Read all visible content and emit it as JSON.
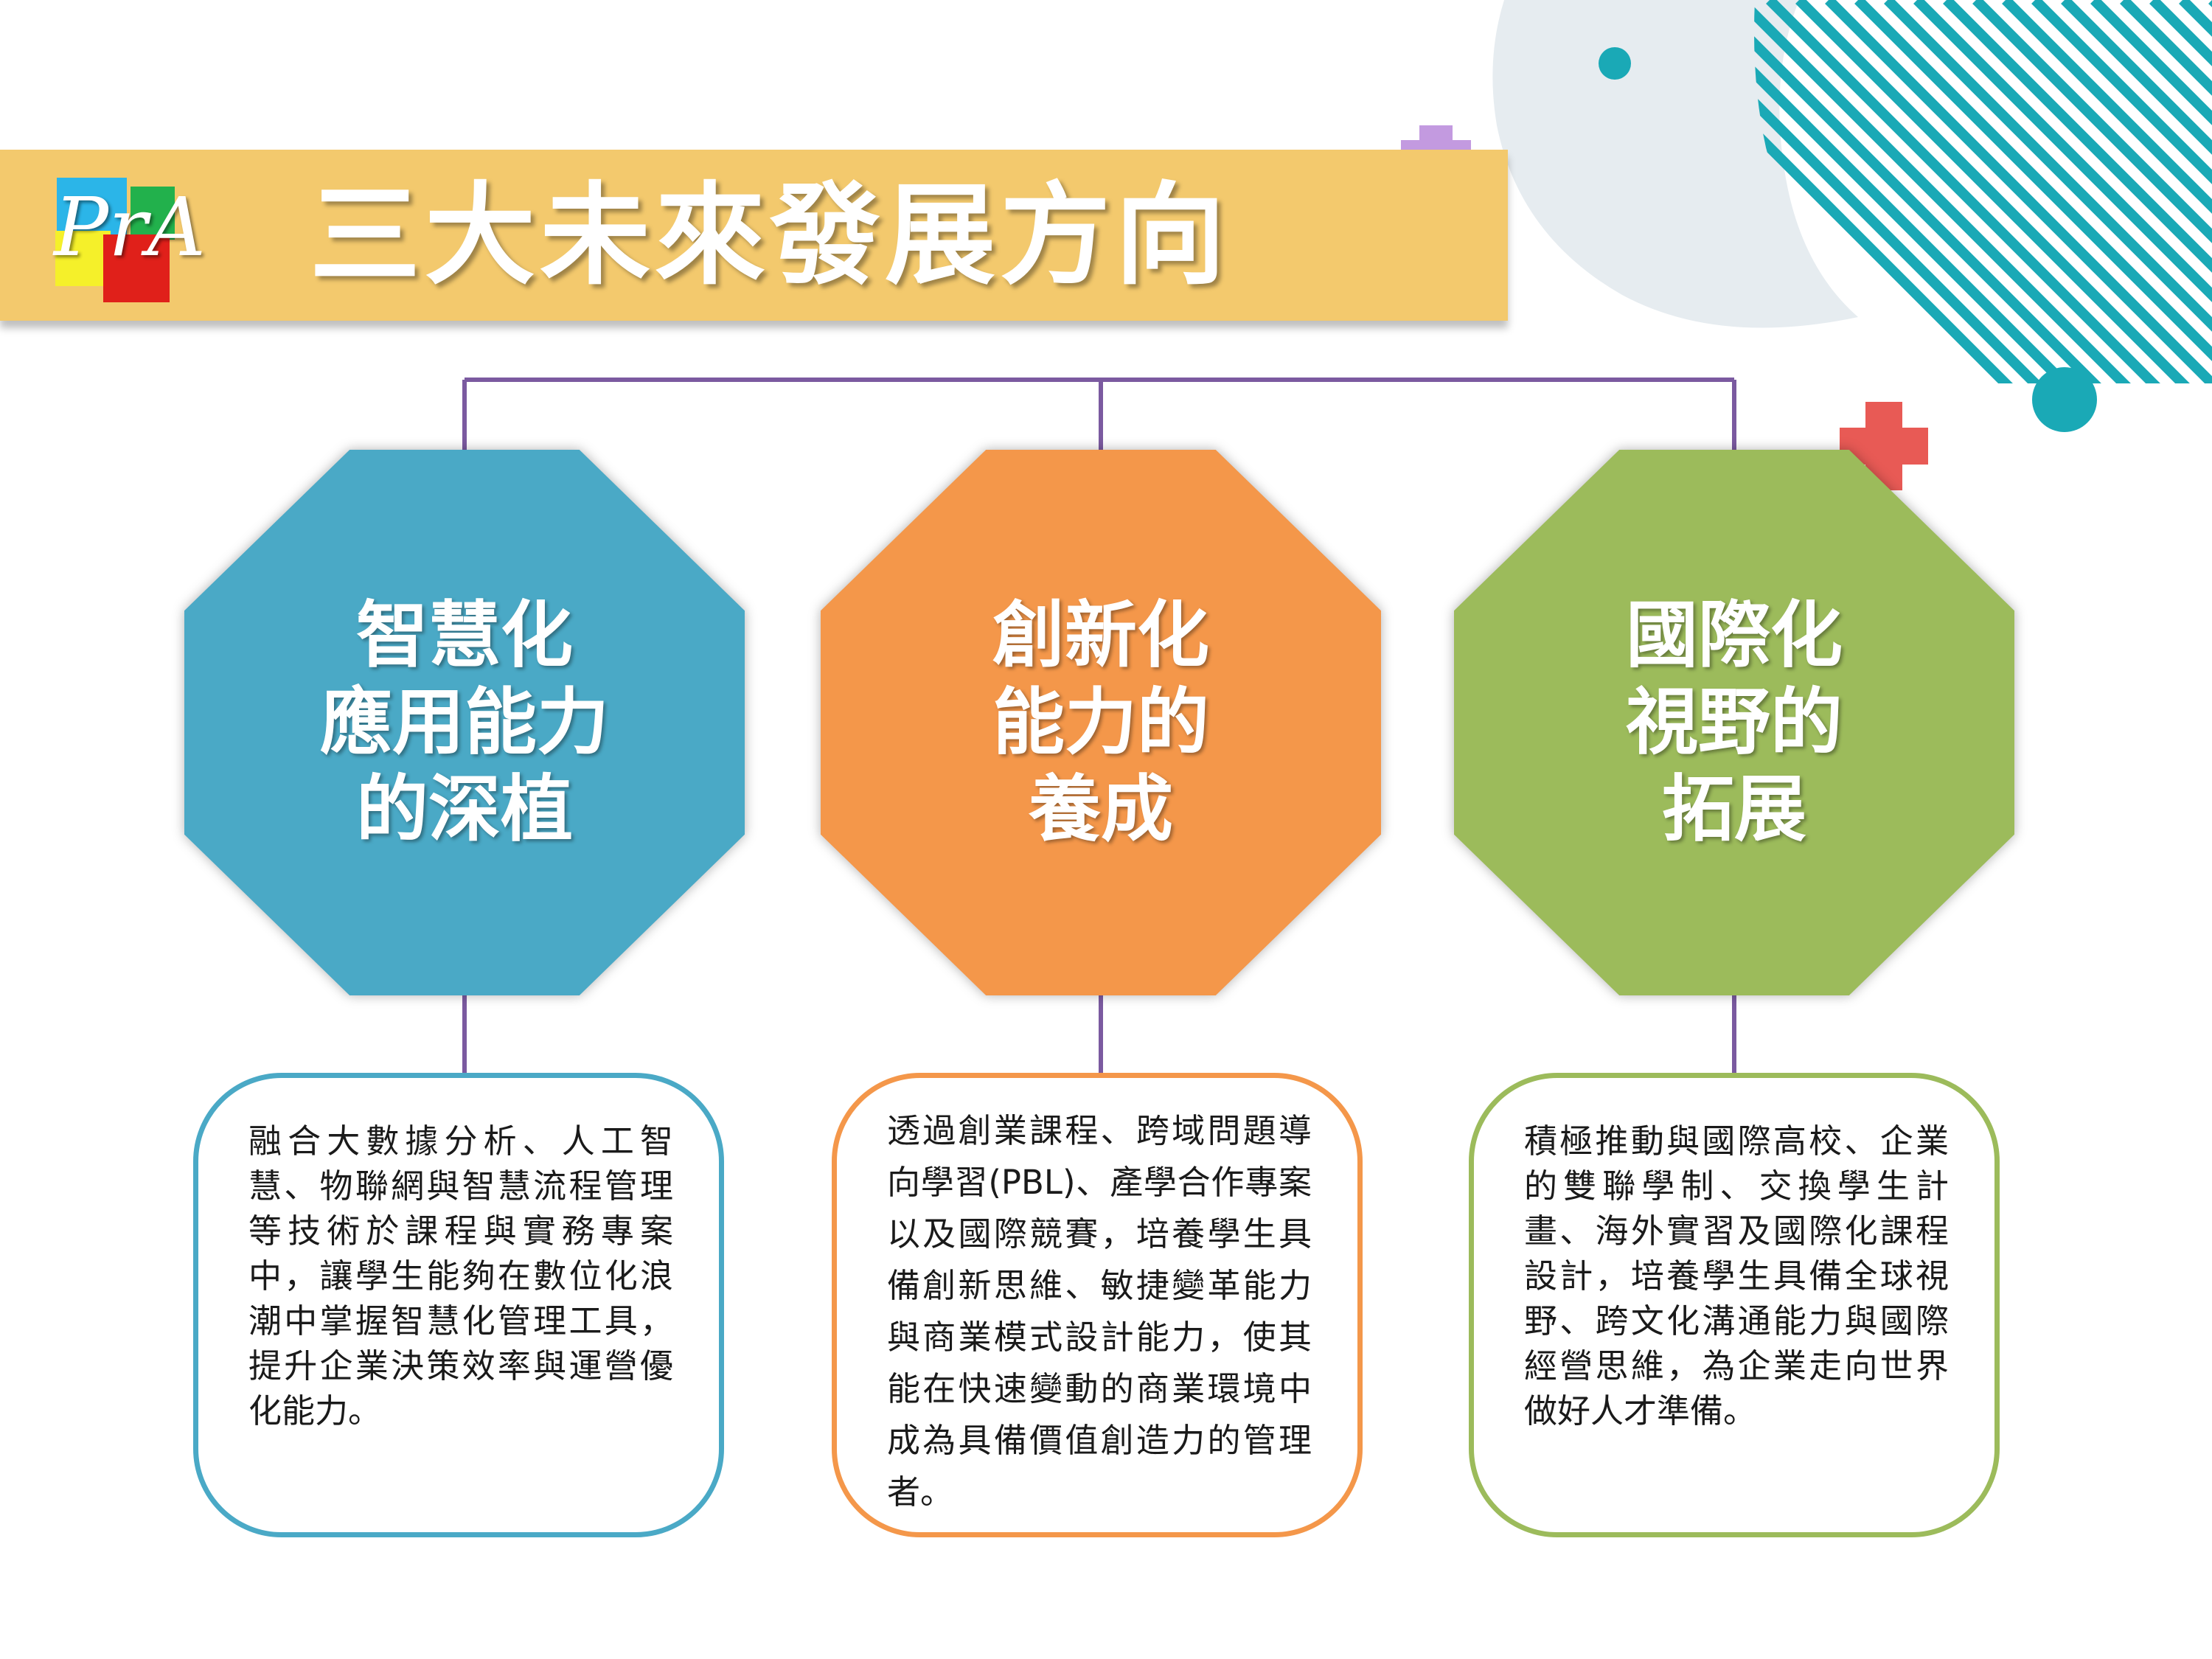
{
  "header": {
    "title": "三大未來發展方向",
    "logo_text": "PrA"
  },
  "colors": {
    "banner": "#f3c96d",
    "connector": "#7b5aa0",
    "blue": "#4aa9c6",
    "orange": "#f4974a",
    "green": "#9cbb5b",
    "teal_deco": "#1aa9b6",
    "red_cross": "#e85a55",
    "purple_cross": "#c39ae0"
  },
  "directions": [
    {
      "title_lines": [
        "智慧化",
        "應用能力",
        "的深植"
      ],
      "color": "#4aa9c6",
      "description": "融合大數據分析、人工智慧、物聯網與智慧流程管理等技術於課程與實務專案中，讓學生能夠在數位化浪潮中掌握智慧化管理工具，提升企業決策效率與運營優化能力。"
    },
    {
      "title_lines": [
        "創新化",
        "能力的",
        "養成"
      ],
      "color": "#f4974a",
      "description": "透過創業課程、跨域問題導向學習(PBL)、產學合作專案以及國際競賽，培養學生具備創新思維、敏捷變革能力與商業模式設計能力，使其能在快速變動的商業環境中成為具備價值創造力的管理者。"
    },
    {
      "title_lines": [
        "國際化",
        "視野的",
        "拓展"
      ],
      "color": "#9cbb5b",
      "description": "積極推動與國際高校、企業的雙聯學制、交換學生計畫、海外實習及國際化課程設計，培養學生具備全球視野、跨文化溝通能力與國際經營思維，為企業走向世界做好人才準備。"
    }
  ]
}
